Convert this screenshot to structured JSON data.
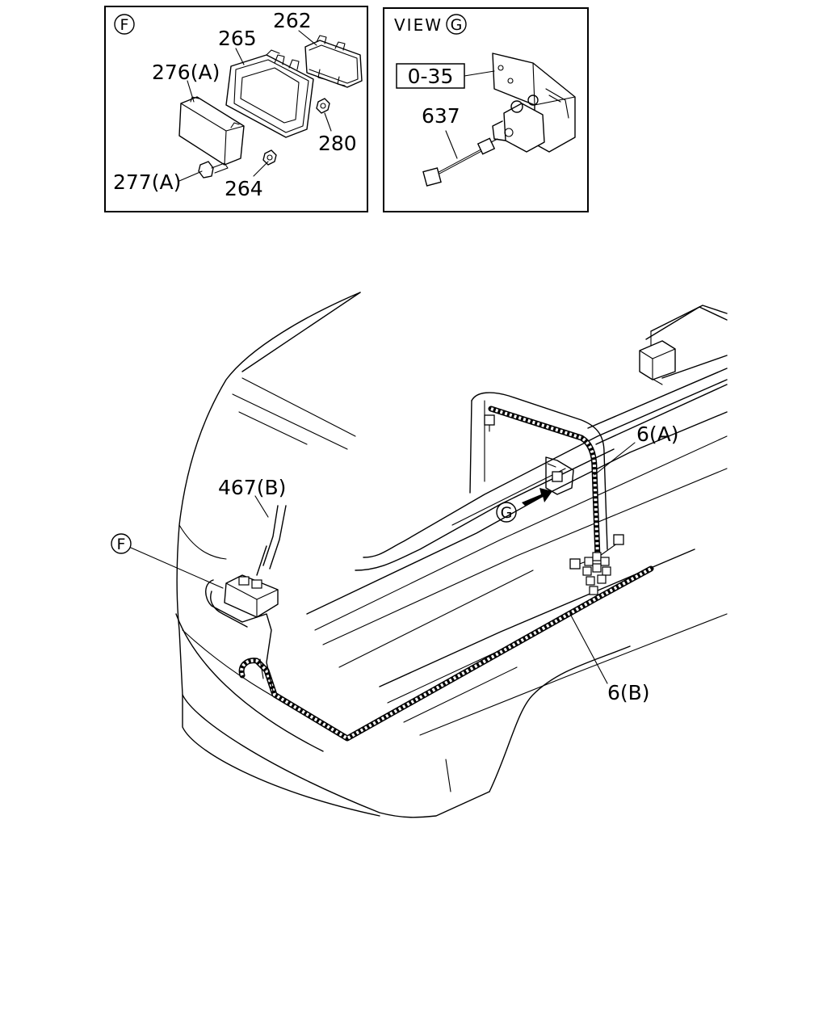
{
  "inset_f": {
    "marker": "F",
    "labels": {
      "p262": "262",
      "p265": "265",
      "p276a": "276(A)",
      "p280": "280",
      "p277a": "277(A)",
      "p264": "264"
    }
  },
  "inset_g": {
    "view_word": "VIEW",
    "marker": "G",
    "ref_box": "0-35",
    "p637": "637"
  },
  "main": {
    "p6a": "6(A)",
    "p467b": "467(B)",
    "marker_f": "F",
    "marker_g": "G",
    "p6b": "6(B)"
  }
}
